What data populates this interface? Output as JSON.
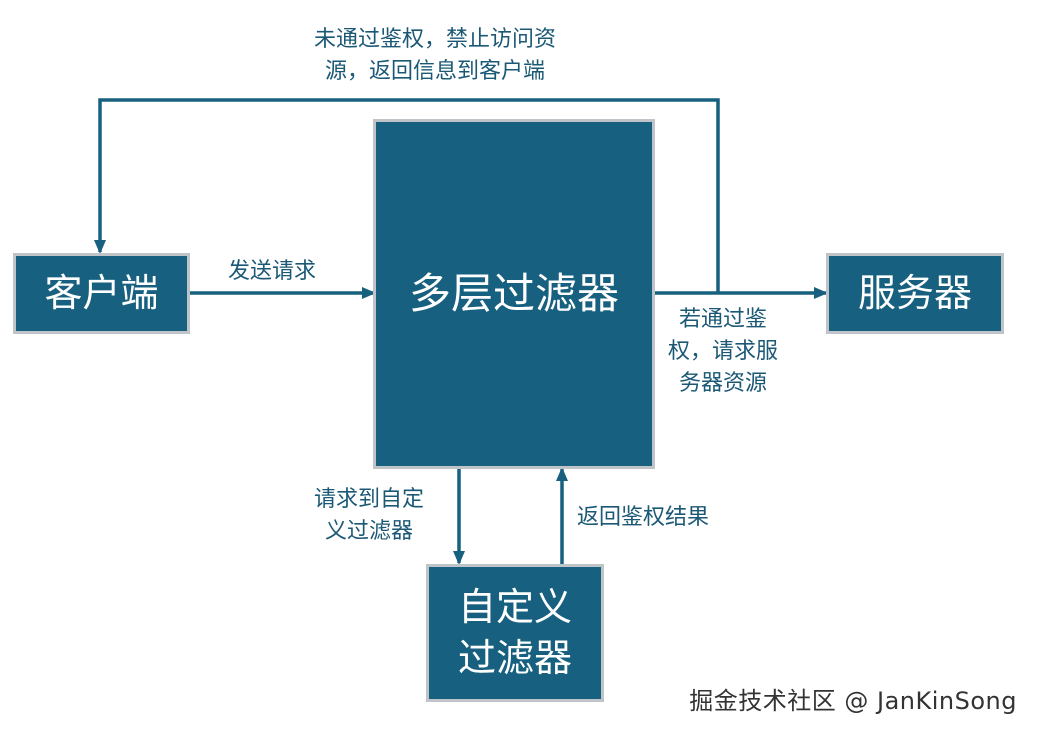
{
  "nodes": {
    "client": "客户端",
    "filter_chain": "多层过滤器",
    "server": "服务器",
    "custom_filter": "自定义\n过滤器"
  },
  "edges": {
    "send_request": "发送请求",
    "unauthorized_return": "未通过鉴权，禁止访问资\n源，返回信息到客户端",
    "authorized_request": "若通过鉴\n权，请求服\n务器资源",
    "to_custom_filter": "请求到自定\n义过滤器",
    "auth_result": "返回鉴权结果"
  },
  "watermark": "掘金技术社区 @ JanKinSong",
  "colors": {
    "node_fill": "#17607f",
    "node_border": "#bfc4c8",
    "arrow": "#17607f",
    "label_text": "#1b5876"
  }
}
